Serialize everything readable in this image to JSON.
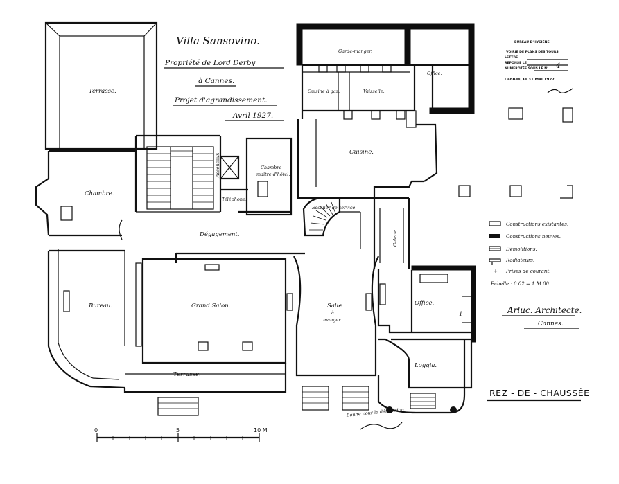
{
  "title": {
    "line1": "Villa Sansovino.",
    "line2": "Propriété de Lord Derby",
    "line3": "à Cannes.",
    "line4": "Projet d'agrandissement.",
    "line5": "Avril 1927."
  },
  "rooms": {
    "terrasse_nw": "Terrasse.",
    "chambre": "Chambre.",
    "bureau": "Bureau.",
    "grand_salon": "Grand Salon.",
    "terrasse_s": "Terrasse.",
    "degagement": "Dégagement.",
    "telephone": "Téléphone.",
    "chambre_maitre_line1": "Chambre",
    "chambre_maitre_line2": "maître d'hôtel.",
    "garde_manger": "Garde-manger.",
    "cuisine_gaz": "Cuisine à gaz.",
    "vaisselle": "Vaisselle.",
    "office_n": "Office.",
    "cuisine": "Cuisine.",
    "escalier_service": "Escalier de service.",
    "galerie": "Galerie.",
    "salle_manger_line1": "Salle",
    "salle_manger_line2": "à",
    "salle_manger_line3": "manger.",
    "office_e": "Office.",
    "office_e_mark": "1",
    "loggia": "Loggia.",
    "ascenseur": "Ascenseur."
  },
  "legend": {
    "items": [
      {
        "label": "Constructions existantes.",
        "kind": "existing"
      },
      {
        "label": "Constructions neuves.",
        "kind": "new"
      },
      {
        "label": "Démolitions.",
        "kind": "demolition"
      },
      {
        "label": "Radiateurs.",
        "kind": "radiator"
      },
      {
        "label": "Prises de courant.",
        "kind": "outlet"
      }
    ],
    "scale": "Echelle : 0.02 = 1 M.00"
  },
  "architect": {
    "name": "Arluc. Architecte.",
    "city": "Cannes."
  },
  "stamp": {
    "line1": "BUREAU D'HYGIÈNE",
    "line2": "VOIRIE DE PLANS DES TOURS",
    "line3": "LETTRE",
    "line4": "REPONSE LE",
    "line5": "NUMEROTÉE SOUS LE N°",
    "number": "4",
    "date": "Cannes, le 31 Mai 1927"
  },
  "level_label": "REZ - DE - CHAUSSÉE",
  "scale_bar": {
    "ticks": [
      "0",
      "5",
      "10 M"
    ]
  },
  "signature_note": "Bonne pour la démolition"
}
